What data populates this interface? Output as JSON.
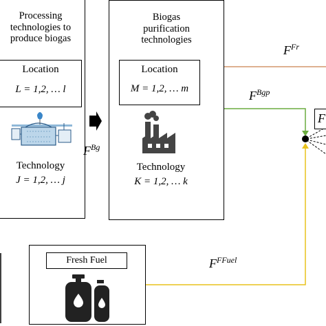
{
  "processing": {
    "title_lines": [
      "Processing",
      "technologies to",
      "produce biogas"
    ],
    "location_label": "Location",
    "location_eq": "L = 1,2, … l",
    "technology_label": "Technology",
    "technology_eq": "J = 1,2, … j"
  },
  "purification": {
    "title_lines": [
      "Biogas",
      "purification",
      "technologies"
    ],
    "location_label": "Location",
    "location_eq": "M = 1,2, … m",
    "technology_label": "Technology",
    "technology_eq": "K = 1,2, … k"
  },
  "fresh_fuel": {
    "label": "Fresh Fuel"
  },
  "flows": {
    "f_bg": "F",
    "f_bg_sup": "Bg",
    "f_fr": "F",
    "f_fr_sup": "Fr",
    "f_bgp": "F",
    "f_bgp_sup": "Bgp",
    "f_ffuel": "F",
    "f_ffuel_sup": "FFuel",
    "f_partial": "F"
  },
  "colors": {
    "fr_line": "#d4956b",
    "bgp_line": "#6aab3e",
    "ffuel_line": "#e8c21c"
  }
}
